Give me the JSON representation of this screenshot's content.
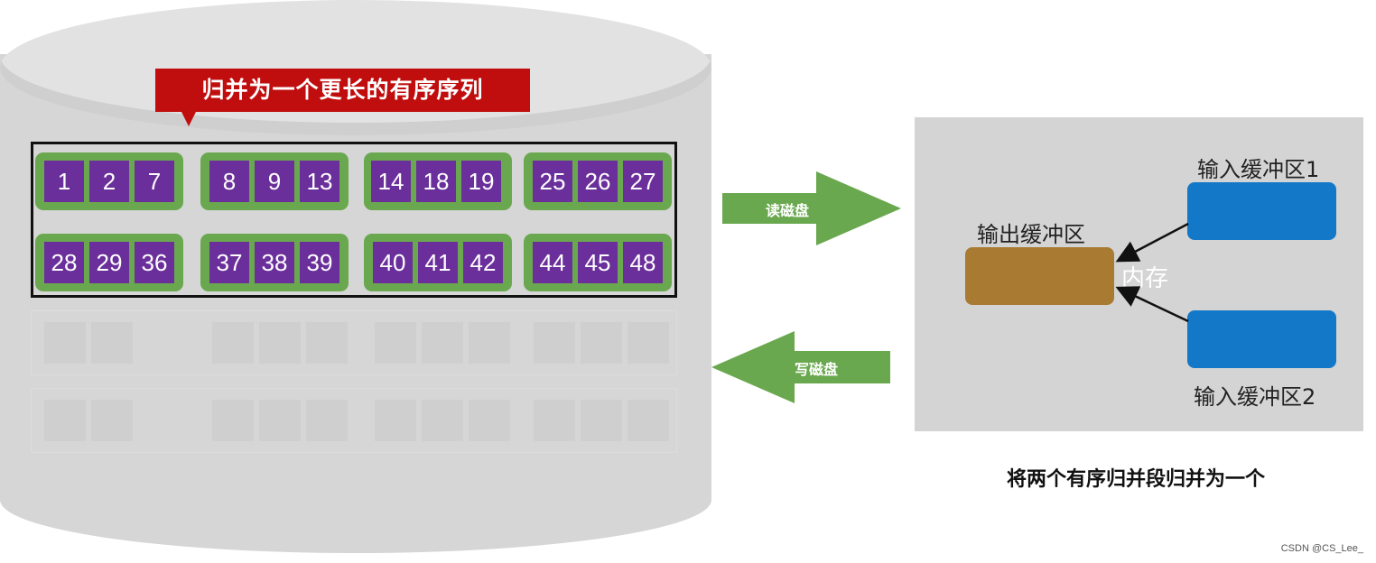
{
  "callout": {
    "text": "归并为一个更长的有序序列"
  },
  "merged_runs": [
    {
      "values": [
        "1",
        "2",
        "7"
      ]
    },
    {
      "values": [
        "8",
        "9",
        "13"
      ]
    },
    {
      "values": [
        "14",
        "18",
        "19"
      ]
    },
    {
      "values": [
        "25",
        "26",
        "27"
      ]
    },
    {
      "values": [
        "28",
        "29",
        "36"
      ]
    },
    {
      "values": [
        "37",
        "38",
        "39"
      ]
    },
    {
      "values": [
        "40",
        "41",
        "42"
      ]
    },
    {
      "values": [
        "44",
        "45",
        "48"
      ]
    }
  ],
  "arrows": {
    "read_label": "读磁盘",
    "write_label": "写磁盘"
  },
  "memory": {
    "label": "内存",
    "input_buffer_1": "输入缓冲区1",
    "input_buffer_2": "输入缓冲区2",
    "output_buffer": "输出缓冲区"
  },
  "caption": "将两个有序归并段归并为一个",
  "credit": "CSDN @CS_Lee_",
  "colors": {
    "run_green": "#6aa84f",
    "cell_purple": "#6a2f9a",
    "callout_red": "#c00d0d",
    "arrow_green": "#6aa84f",
    "input_blue": "#1478c8",
    "output_brown": "#a87a32"
  }
}
